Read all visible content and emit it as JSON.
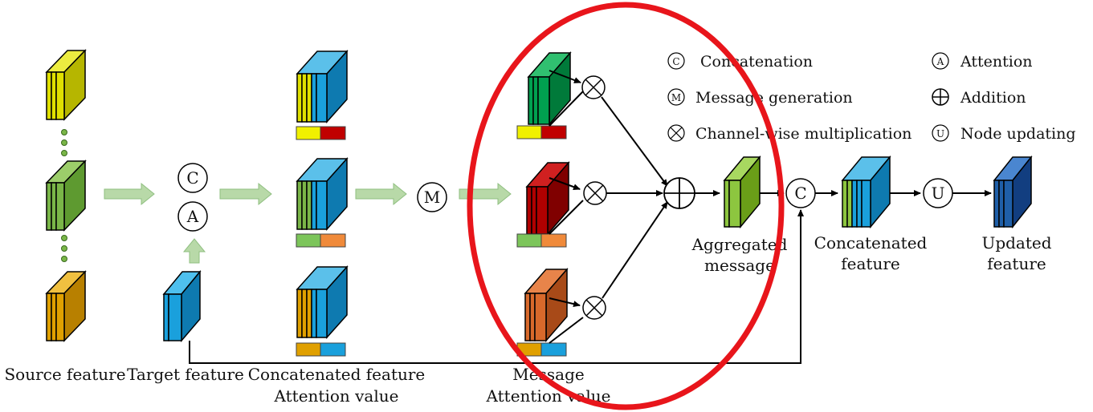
{
  "colors": {
    "yellow": "#e0e000",
    "green": "#7ab648",
    "orange": "#e0a000",
    "blue": "#1aa0dc",
    "darkgreen": "#00a050",
    "red": "#b00000",
    "orange2": "#d8692b",
    "lightgreen": "#8dc63f",
    "navy": "#1f5fa8",
    "arrow_fill": "#b8d9a8",
    "ellipse": "#e8151b"
  },
  "ops": {
    "concat": "C",
    "attention": "A",
    "message": "M",
    "update": "U"
  },
  "legend": {
    "concatenation": "Concatenation",
    "attention": "Attention",
    "message_generation": "Message generation",
    "addition": "Addition",
    "channel_multiplication": "Channel-wise multiplication",
    "node_updating": "Node updating"
  },
  "labels": {
    "source_feature": "Source feature",
    "target_feature": "Target feature",
    "concat_feature": "Concatenated feature",
    "attention_value": "Attention value",
    "message": "Message",
    "attention_value2": "Attention value",
    "aggregated_1": "Aggregated",
    "aggregated_2": "message",
    "concatenated_1": "Concatenated",
    "concatenated_2": "feature",
    "updated_1": "Updated",
    "updated_2": "feature"
  }
}
